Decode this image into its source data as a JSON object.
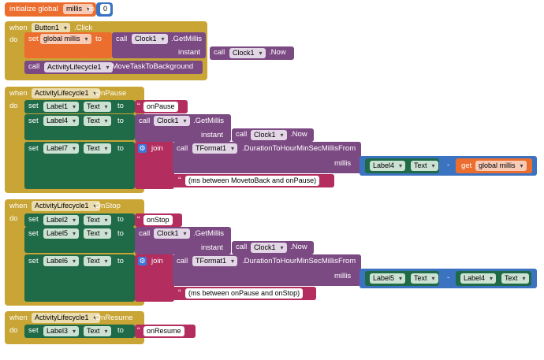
{
  "init": {
    "prefix": "initialize global",
    "var": "millis",
    "to": "to",
    "value": "0"
  },
  "kw": {
    "when": "when",
    "do": "do",
    "set": "set",
    "call": "call",
    "to": "to",
    "instant": "instant",
    "join": "join",
    "millis": "millis",
    "get": "get",
    "minus": "-",
    "quote": "“"
  },
  "ev1": {
    "component": "Button1",
    "event": ".Click",
    "set_var": "global millis",
    "clock": "Clock1",
    "getmillis": ".GetMillis",
    "now": ".Now",
    "lifecycle": "ActivityLifecycle1",
    "method": ".MoveTaskToBackground"
  },
  "ev2": {
    "component": "ActivityLifecycle1",
    "event": ".OnPause",
    "l1": "Label1",
    "l4": "Label4",
    "l7": "Label7",
    "prop": "Text",
    "str_on": "onPause",
    "clock": "Clock1",
    "getmillis": ".GetMillis",
    "now": ".Now",
    "tformat": "TFormat1",
    "duration": ".DurationToHourMinSecMillisFrom",
    "label_a": "Label4",
    "get_var": "global millis",
    "str_ms": "(ms between MovetoBack and onPause)"
  },
  "ev3": {
    "component": "ActivityLifecycle1",
    "event": ".OnStop",
    "l2": "Label2",
    "l5": "Label5",
    "l6": "Label6",
    "prop": "Text",
    "str_on": "onStop",
    "clock": "Clock1",
    "getmillis": ".GetMillis",
    "now": ".Now",
    "tformat": "TFormat1",
    "duration": ".DurationToHourMinSecMillisFrom",
    "label_a": "Label5",
    "label_b": "Label4",
    "str_ms": "(ms between onPause and onStop)"
  },
  "ev4": {
    "component": "ActivityLifecycle1",
    "event": ".OnResume",
    "l3": "Label3",
    "prop": "Text",
    "str_on": "onResume"
  },
  "colors": {
    "event": "#c8a534",
    "variable": "#ec6e2e",
    "component": "#7c4a83",
    "setter": "#1f6a47",
    "text": "#b32d5e",
    "math": "#3c73c1"
  }
}
